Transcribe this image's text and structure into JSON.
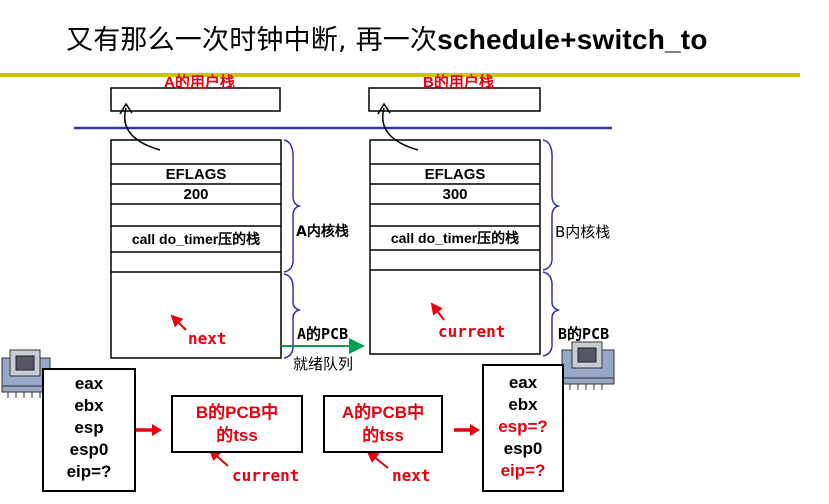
{
  "title": {
    "cn": "又有那么一次时钟中断, 再一次",
    "code": "schedule+switch_to"
  },
  "colors": {
    "accent_line": "#c8c800",
    "divider": "#3333aa",
    "red": "#e8000e",
    "green": "#00a050"
  },
  "stack_a": {
    "user_stack_label": "A的用户栈",
    "eflags": "EFLAGS",
    "value": "200",
    "call_row": "call do_timer压的栈",
    "kernel_label": "A内核栈",
    "pcb_label": "A的PCB",
    "pointer": "next"
  },
  "stack_b": {
    "user_stack_label": "B的用户栈",
    "eflags": "EFLAGS",
    "value": "300",
    "call_row": "call do_timer压的栈",
    "kernel_label": "B内核栈",
    "pcb_label": "B的PCB",
    "pointer": "current"
  },
  "ready_queue": "就绪队列",
  "registers_left": [
    "eax",
    "ebx",
    "esp",
    "esp0",
    "eip=?"
  ],
  "registers_right": [
    {
      "text": "eax",
      "red": false
    },
    {
      "text": "ebx",
      "red": false
    },
    {
      "text": "esp=?",
      "red": true
    },
    {
      "text": "esp0",
      "red": false
    },
    {
      "text": "eip=?",
      "red": true
    }
  ],
  "tss_b": {
    "line1": "B的PCB中",
    "line2": "的tss",
    "pointer": "current"
  },
  "tss_a": {
    "line1": "A的PCB中",
    "line2": "的tss",
    "pointer": "next"
  },
  "icons": [
    "cpu-chip-icon",
    "cpu-chip-icon"
  ]
}
